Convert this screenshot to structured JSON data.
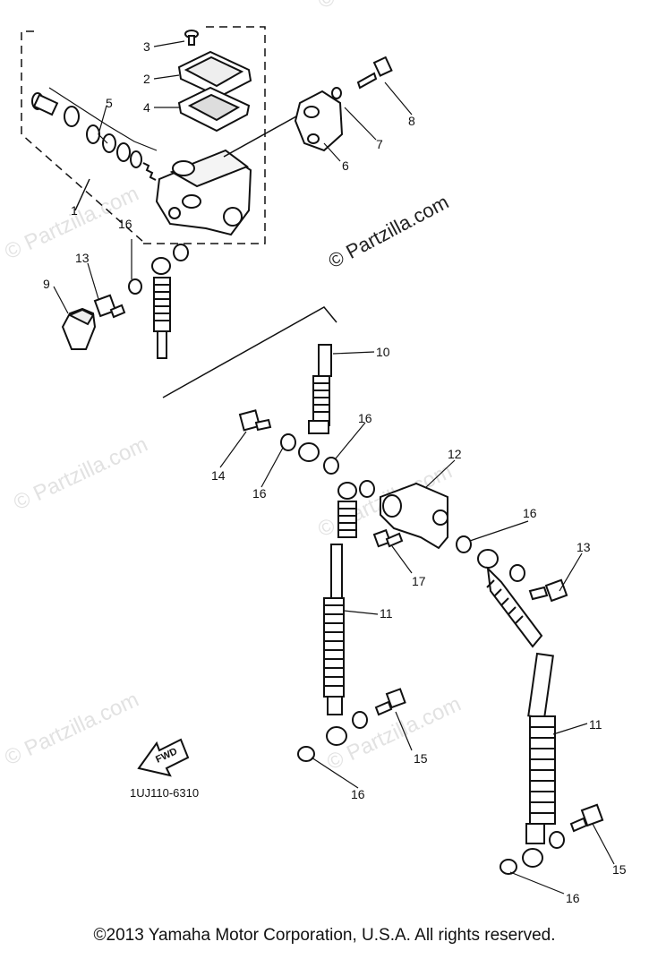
{
  "diagram": {
    "watermark_text": "© Partzilla.com",
    "part_code": "1UJ110-6310",
    "fwd_label": "FWD",
    "callouts": [
      "3",
      "2",
      "4",
      "5",
      "8",
      "7",
      "6",
      "1",
      "16",
      "13",
      "9",
      "10",
      "16",
      "14",
      "16",
      "12",
      "17",
      "16",
      "13",
      "11",
      "15",
      "16",
      "11",
      "15",
      "16"
    ]
  },
  "footer": {
    "copyright": "©2013 Yamaha Motor Corporation, U.S.A. All rights reserved."
  }
}
